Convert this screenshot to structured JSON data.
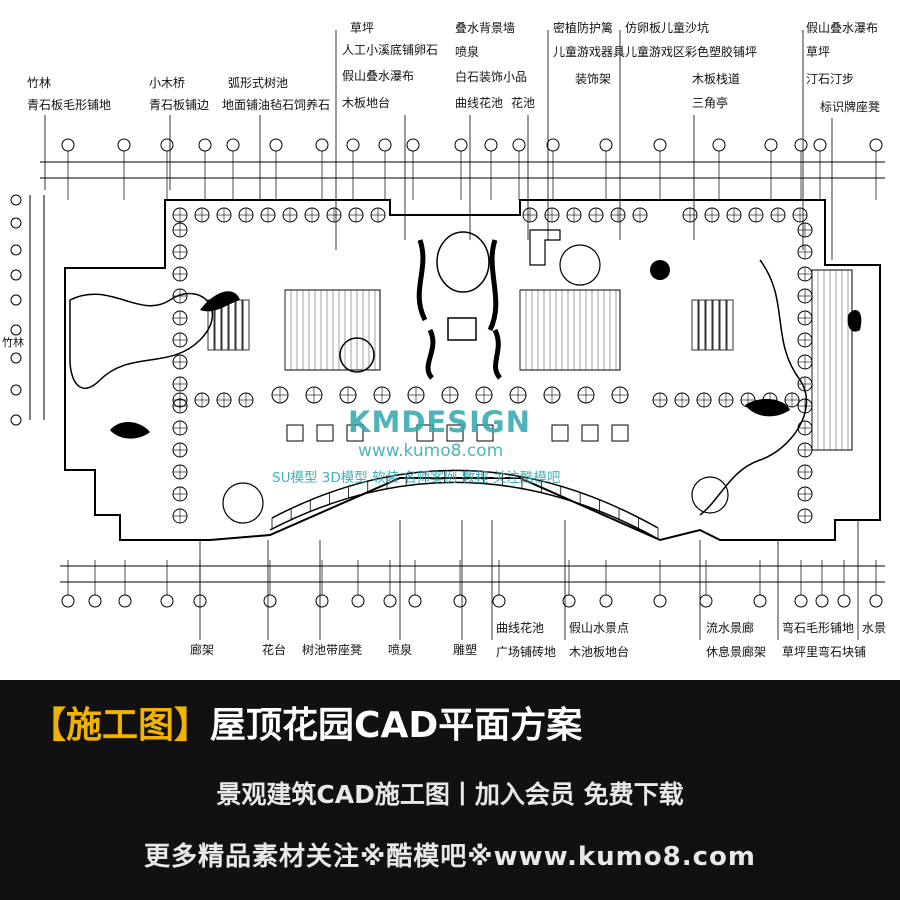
{
  "plan": {
    "labels_top": [
      {
        "key": "t1",
        "text": "竹林"
      },
      {
        "key": "t2",
        "text": "青石板毛形铺地"
      },
      {
        "key": "t3",
        "text": "小木桥"
      },
      {
        "key": "t4",
        "text": "青石板铺边"
      },
      {
        "key": "t5",
        "text": "弧形式树池"
      },
      {
        "key": "t6",
        "text": "地面铺油毡石饲养石"
      },
      {
        "key": "t7",
        "text": "草坪"
      },
      {
        "key": "t8",
        "text": "人工小溪底铺卵石"
      },
      {
        "key": "t9",
        "text": "假山叠水瀑布"
      },
      {
        "key": "t10",
        "text": "木板地台"
      },
      {
        "key": "t11",
        "text": "叠水背景墙"
      },
      {
        "key": "t12",
        "text": "喷泉"
      },
      {
        "key": "t13",
        "text": "白石装饰小品"
      },
      {
        "key": "t14",
        "text": "曲线花池"
      },
      {
        "key": "t15",
        "text": "花池"
      },
      {
        "key": "t16",
        "text": "密植防护篱"
      },
      {
        "key": "t17",
        "text": "儿童游戏器具"
      },
      {
        "key": "t18",
        "text": "装饰架"
      },
      {
        "key": "t19",
        "text": "仿卵板儿童沙坑"
      },
      {
        "key": "t20",
        "text": "儿童游戏区彩色塑胶铺坪"
      },
      {
        "key": "t21",
        "text": "木板栈道"
      },
      {
        "key": "t22",
        "text": "三角亭"
      },
      {
        "key": "t23",
        "text": "假山叠水瀑布"
      },
      {
        "key": "t24",
        "text": "草坪"
      },
      {
        "key": "t25",
        "text": "汀石汀步"
      },
      {
        "key": "t26",
        "text": "标识牌座凳"
      }
    ],
    "labels_bottom": [
      {
        "key": "b1",
        "text": "廊架"
      },
      {
        "key": "b2",
        "text": "花台"
      },
      {
        "key": "b3",
        "text": "树池带座凳"
      },
      {
        "key": "b4",
        "text": "喷泉"
      },
      {
        "key": "b5",
        "text": "雕塑"
      },
      {
        "key": "b6",
        "text": "曲线花池"
      },
      {
        "key": "b7",
        "text": "广场铺砖地"
      },
      {
        "key": "b8",
        "text": "假山水景点"
      },
      {
        "key": "b9",
        "text": "木池板地台"
      },
      {
        "key": "b10",
        "text": "流水景廊"
      },
      {
        "key": "b11",
        "text": "休息景廊架"
      },
      {
        "key": "b12",
        "text": "弯石毛形铺地"
      },
      {
        "key": "b13",
        "text": "草坪里弯石块铺"
      },
      {
        "key": "b14",
        "text": "水景"
      }
    ],
    "label_left": "竹林",
    "watermark": {
      "brand": "KMDESIGN",
      "url": "www.kumo8.com",
      "tagline": "SU模型 3D模型 软装 名师案例 教程 关注酷模吧"
    }
  },
  "banner": {
    "bracket_open": "【",
    "tag": "施工图",
    "bracket_close": "】",
    "title": "屋顶花园CAD平面方案",
    "subtitle": "景观建筑CAD施工图丨加入会员 免费下载",
    "footer": "更多精品素材关注※酷模吧※www.kumo8.com"
  },
  "colors": {
    "banner_bg": "#111111",
    "accent": "#f0b400",
    "watermark": "#2fa8b0",
    "line": "#000000"
  }
}
